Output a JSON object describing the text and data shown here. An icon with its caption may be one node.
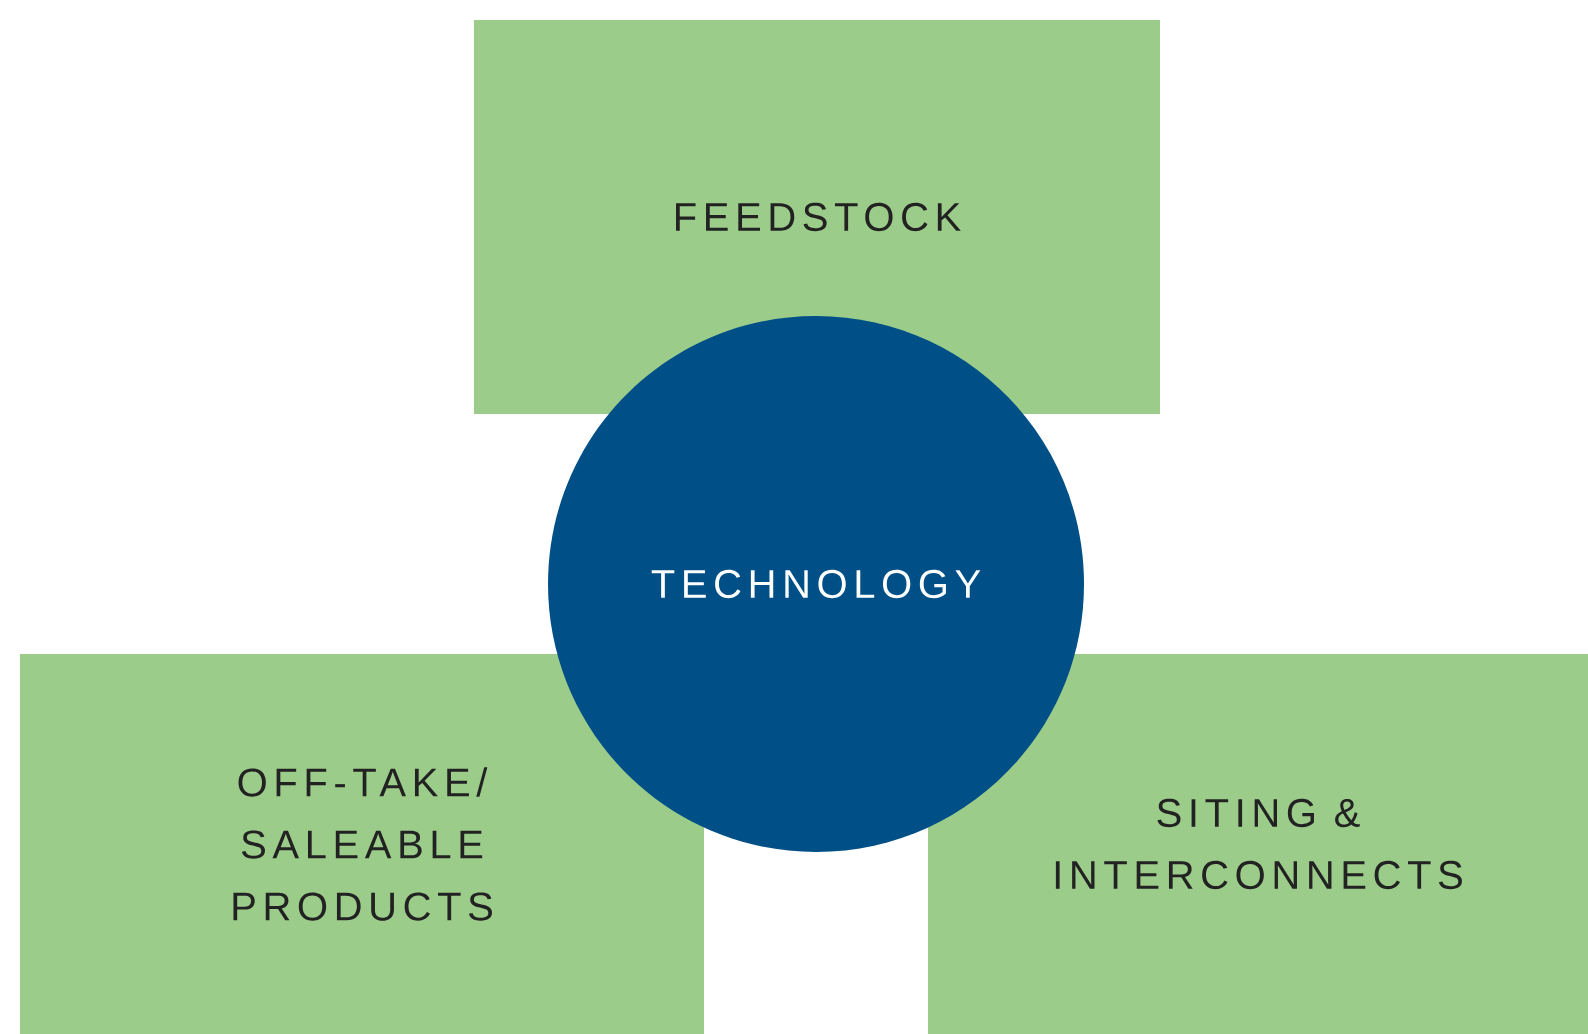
{
  "diagram": {
    "nodes": [
      {
        "text": [
          "FEEDSTOCK"
        ]
      },
      {
        "text": [
          "TECHNOLOGY"
        ]
      },
      {
        "text": [
          "OFF-TAKE/ SALEABLE PRODUCTS"
        ]
      },
      {
        "text": [
          "SITING & INTERCONNECTS"
        ]
      }
    ]
  }
}
